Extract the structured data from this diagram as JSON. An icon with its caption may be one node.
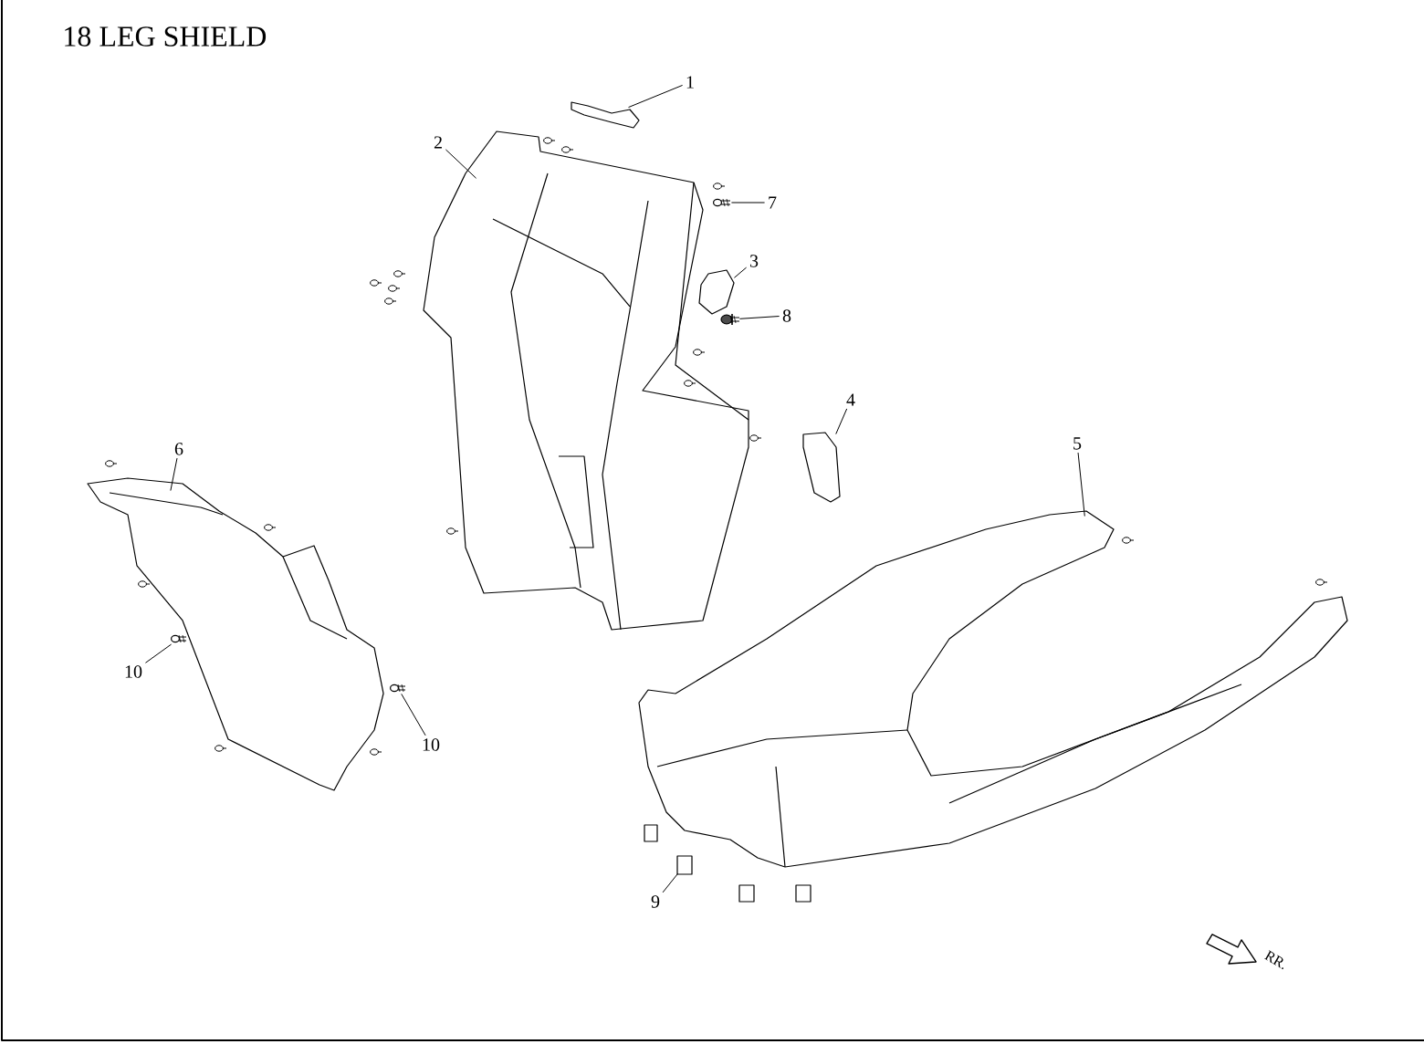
{
  "diagram": {
    "title": "18 LEG SHIELD",
    "nodes": [
      {
        "text": [
          "1"
        ]
      },
      {
        "text": [
          "2"
        ]
      },
      {
        "text": [
          "7"
        ]
      },
      {
        "text": [
          "3"
        ]
      },
      {
        "text": [
          "8"
        ]
      },
      {
        "text": [
          "4"
        ]
      },
      {
        "text": [
          "5"
        ]
      },
      {
        "text": [
          "6"
        ]
      },
      {
        "text": [
          "10"
        ]
      },
      {
        "text": [
          "10"
        ]
      },
      {
        "text": [
          "9"
        ]
      },
      {
        "text": [],
        "shape": "picture"
      },
      {
        "text": [],
        "shape": "picture"
      },
      {
        "text": [],
        "shape": "picture"
      },
      {
        "text": [],
        "shape": "picture"
      },
      {
        "text": [],
        "shape": "picture"
      },
      {
        "text": [],
        "shape": "picture"
      },
      {
        "text": [],
        "shape": "picture"
      },
      {
        "text": [],
        "shape": "picture"
      },
      {
        "text": [],
        "shape": "picture"
      },
      {
        "text": [],
        "shape": "picture"
      },
      {
        "text": [],
        "shape": "picture"
      }
    ],
    "edges": [
      {
        "from": 0,
        "to": 15,
        "arrow": "none"
      },
      {
        "from": 1,
        "to": 14,
        "arrow": "none"
      },
      {
        "from": 2,
        "to": 18,
        "arrow": "none"
      },
      {
        "from": 3,
        "to": 17,
        "arrow": "none"
      },
      {
        "from": 4,
        "to": 19,
        "arrow": "none"
      },
      {
        "from": 5,
        "to": 20,
        "arrow": "none"
      },
      {
        "from": 6,
        "to": 21,
        "arrow": "none"
      },
      {
        "from": 7,
        "to": 11,
        "arrow": "none"
      },
      {
        "from": 8,
        "to": 12,
        "arrow": "none"
      },
      {
        "from": 9,
        "to": 13,
        "arrow": "none"
      },
      {
        "from": 10,
        "to": 16,
        "arrow": "none"
      }
    ],
    "labels": [
      "RR."
    ]
  }
}
